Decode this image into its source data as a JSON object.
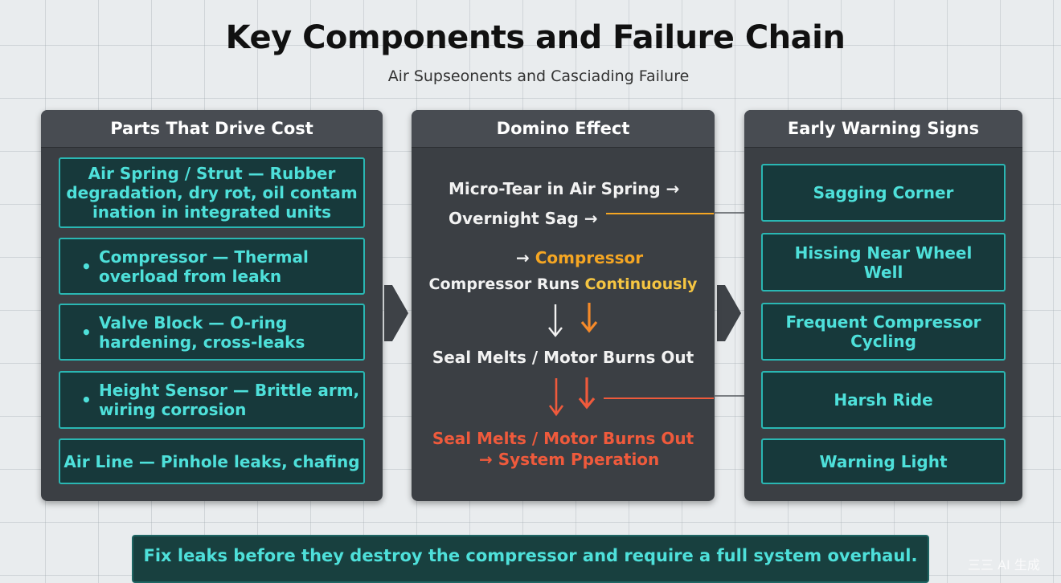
{
  "header": {
    "title": "Key Components and Failure Chain",
    "subtitle": "Air Supseonents and Casciading Failure"
  },
  "left_panel": {
    "title": "Parts That Drive Cost",
    "items": [
      {
        "bullet": "",
        "lines": [
          "Air Spring / Strut — Rubber",
          "degradation, dry rot, oil contam",
          "ination in integrated units"
        ]
      },
      {
        "bullet": "•",
        "lines": [
          "Compressor — Thermal",
          "overload from leakn"
        ]
      },
      {
        "bullet": "•",
        "lines": [
          "Valve Block — O-ring",
          "hardening, cross-leaks"
        ]
      },
      {
        "bullet": "•",
        "lines": [
          "Height Sensor — Brittle arm,",
          "wiring corrosion"
        ]
      },
      {
        "bullet": "",
        "lines": [
          "Air Line — Pinhole leaks, chafing"
        ]
      }
    ]
  },
  "middle_panel": {
    "title": "Domino Effect",
    "line1": "Micro-Tear in Air Spring →",
    "line2": "Overnight Sag →",
    "line3_arrow": "→ ",
    "line3_word": "Compressor",
    "line4_a": "Compressor Runs ",
    "line4_b": "Continuously",
    "line5": "Seal Melts / Motor Burns Out",
    "line6": "Seal Melts / Motor Burns Out",
    "line7": "→ System Pperation"
  },
  "right_panel": {
    "title": "Early Warning Signs",
    "items": [
      {
        "lines": [
          "Sagging Corner"
        ]
      },
      {
        "lines": [
          "Hissing Near Wheel",
          "Well"
        ]
      },
      {
        "lines": [
          "Frequent Compressor",
          "Cycling"
        ]
      },
      {
        "lines": [
          "Harsh Ride"
        ]
      },
      {
        "lines": [
          "Warning Light"
        ]
      }
    ]
  },
  "footer": {
    "text": "Fix leaks before they destroy the compressor and require a full system overhaul."
  },
  "watermark": {
    "text": "三三 AI 生成"
  },
  "colors": {
    "accent_teal": "#4ee0da",
    "card_border": "#2ab7b3",
    "orange": "#f5a623",
    "red": "#ef5a3c",
    "panel_bg": "#3b3f44"
  }
}
